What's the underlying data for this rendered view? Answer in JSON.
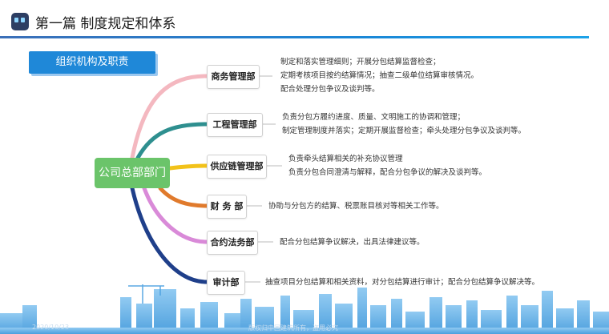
{
  "header": {
    "title": "第一篇 制度规定和体系"
  },
  "section": {
    "label": "组织机构及职责"
  },
  "root": {
    "label": "公司总部部门"
  },
  "departments": [
    {
      "name": "商务管理部",
      "lines": [
        "制定和落实管理细则；开展分包结算监督检查；",
        "定期考核项目按约结算情况；抽查二级单位结算审核情况。",
        "配合处理分包争议及谈判等。"
      ]
    },
    {
      "name": "工程管理部",
      "lines": [
        "负责分包方履约进度、质量、文明施工的协调和管理；",
        "制定管理制度并落实；定期开展监督检查；牵头处理分包争议及谈判等。"
      ]
    },
    {
      "name": "供应链管理部",
      "lines": [
        "负责牵头结算相关的补充协议管理",
        "负责分包合同澄清与解释，配合分包争议的解决及谈判等。"
      ]
    },
    {
      "name": "财 务 部",
      "lines": [
        "协助与分包方的结算、税票账目核对等相关工作等。"
      ]
    },
    {
      "name": "合约法务部",
      "lines": [
        "配合分包结算争议解决，出具法律建议等。"
      ]
    },
    {
      "name": "审计部",
      "lines": [
        "抽查项目分包结算和相关资料，对分包结算进行审计；配合分包结算争议解决等。"
      ]
    }
  ],
  "colors": {
    "branches": [
      "#f4b8c0",
      "#2e8f8f",
      "#f2c21a",
      "#e07a2c",
      "#d98ad8",
      "#1f3f8a"
    ]
  },
  "footer": {
    "date": "2020/10/23",
    "copyright": "版权归中国建筑所有，盗用必究"
  }
}
